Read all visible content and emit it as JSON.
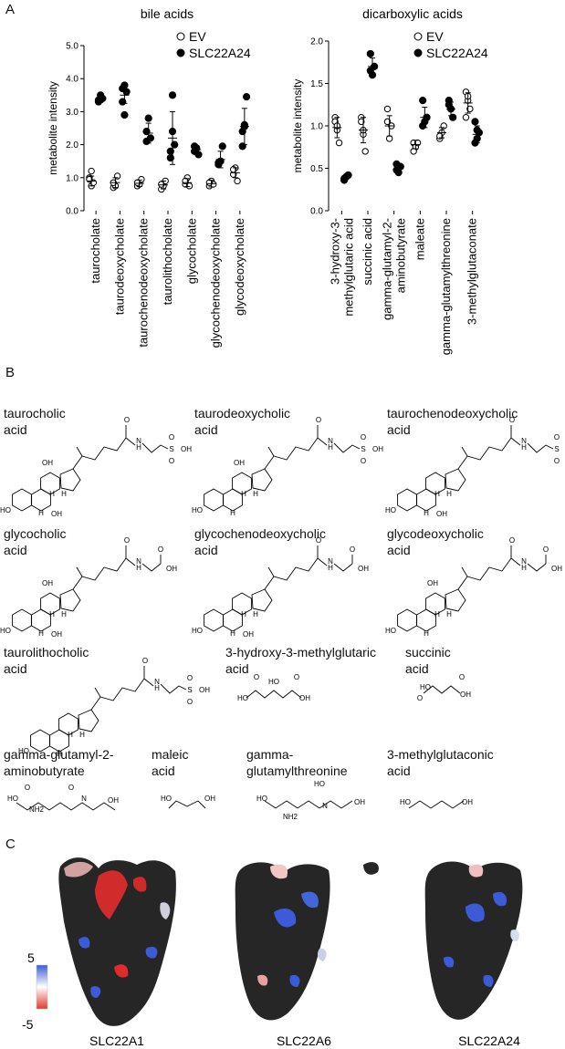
{
  "panels": {
    "a": "A",
    "b": "B",
    "c": "C"
  },
  "chart_data": [
    {
      "type": "scatter",
      "title": "bile acids",
      "ylabel": "metabolite intensity",
      "ylim": [
        0,
        5
      ],
      "yticks": [
        "0.0",
        "1.0",
        "2.0",
        "3.0",
        "4.0",
        "5.0"
      ],
      "categories": [
        "taurocholate",
        "taurodeoxycholate",
        "taurochenodeoxycholate",
        "taurolithocholate",
        "glycocholate",
        "glycochenodeoxycholate",
        "glycodeoxycholate"
      ],
      "legend": [
        "EV",
        "SLC22A24"
      ],
      "legend_position": "top-right",
      "series": [
        {
          "name": "EV",
          "marker": "open-circle",
          "points": [
            [
              1.0,
              0.75,
              0.85,
              0.95,
              1.2
            ],
            [
              0.7,
              0.75,
              1.05,
              0.85
            ],
            [
              0.75,
              0.8,
              0.95,
              0.85
            ],
            [
              0.65,
              0.75,
              0.9,
              0.8
            ],
            [
              0.8,
              1.0,
              0.75,
              0.9
            ],
            [
              0.75,
              0.9,
              0.8,
              0.85
            ],
            [
              1.1,
              1.3,
              0.9,
              1.25
            ]
          ],
          "mean": [
            0.9,
            0.85,
            0.83,
            0.78,
            0.85,
            0.82,
            1.15
          ],
          "err": [
            0.15,
            0.15,
            0.1,
            0.12,
            0.12,
            0.1,
            0.15
          ]
        },
        {
          "name": "SLC22A24",
          "marker": "filled-circle",
          "points": [
            [
              3.3,
              3.5,
              3.4,
              3.35
            ],
            [
              3.3,
              3.8,
              3.6,
              3.7,
              2.9
            ],
            [
              2.1,
              2.8,
              2.2,
              2.4
            ],
            [
              1.8,
              3.5,
              2.0,
              1.6,
              2.4
            ],
            [
              1.8,
              1.9,
              1.7,
              1.95
            ],
            [
              1.4,
              1.5,
              1.95,
              1.45
            ],
            [
              1.95,
              2.55,
              3.45,
              2.4,
              2.6
            ]
          ],
          "mean": [
            3.4,
            3.5,
            2.35,
            2.2,
            1.85,
            1.55,
            2.55
          ],
          "err": [
            0.12,
            0.25,
            0.3,
            0.8,
            0.1,
            0.25,
            0.55
          ]
        }
      ]
    },
    {
      "type": "scatter",
      "title": "dicarboxylic acids",
      "ylabel": "metabolite intensity",
      "ylim": [
        0,
        2.0
      ],
      "yticks": [
        "0.0",
        "0.5",
        "1.0",
        "1.5",
        "2.0"
      ],
      "categories": [
        "3-hydroxy-3-methylglutaric acid",
        "succinic acid",
        "gamma-glutamyl-2-aminobutyrate",
        "maleate",
        "gamma-glutamylthreonine",
        "3-methylglutaconate"
      ],
      "category_lines": [
        [
          "3-hydroxy-3-",
          "methylglutaric acid"
        ],
        [
          "succinic acid"
        ],
        [
          "gamma-glutamyl-2-",
          "aminobutyrate"
        ],
        [
          "maleate"
        ],
        [
          "gamma-glutamylthreonine"
        ],
        [
          "3-methylglutaconate"
        ]
      ],
      "legend": [
        "EV",
        "SLC22A24"
      ],
      "legend_position": "top-right",
      "series": [
        {
          "name": "EV",
          "marker": "open-circle",
          "points": [
            [
              1.1,
              0.95,
              0.8,
              1.05,
              1.0
            ],
            [
              1.1,
              0.9,
              0.7,
              1.05,
              0.95
            ],
            [
              1.2,
              0.85,
              1.0,
              1.05
            ],
            [
              0.8,
              0.75,
              0.8,
              0.7
            ],
            [
              0.85,
              0.92,
              1.0,
              0.88
            ],
            [
              1.4,
              1.3,
              1.2,
              1.1,
              1.35
            ]
          ],
          "mean": [
            0.98,
            0.95,
            1.0,
            0.78,
            0.92,
            1.27
          ],
          "err": [
            0.12,
            0.15,
            0.12,
            0.05,
            0.06,
            0.12
          ]
        },
        {
          "name": "SLC22A24",
          "marker": "filled-circle",
          "points": [
            [
              0.38,
              0.4,
              0.42,
              0.36
            ],
            [
              1.85,
              1.6,
              1.7,
              1.65
            ],
            [
              0.55,
              0.45,
              0.52,
              0.48
            ],
            [
              1.3,
              1.05,
              1.1,
              1.0
            ],
            [
              1.3,
              1.2,
              1.1,
              1.25
            ],
            [
              1.05,
              0.85,
              0.92,
              0.8,
              0.95
            ]
          ],
          "mean": [
            0.39,
            1.7,
            0.5,
            1.1,
            1.2,
            0.9
          ],
          "err": [
            0.02,
            0.1,
            0.05,
            0.12,
            0.08,
            0.1
          ]
        }
      ]
    }
  ],
  "molecules": [
    {
      "name": "taurocholic\nacid"
    },
    {
      "name": "taurodeoxycholic\nacid"
    },
    {
      "name": "taurochenodeoxycholic\nacid"
    },
    {
      "name": "glycocholic\nacid"
    },
    {
      "name": "glycochenodeoxycholic\nacid"
    },
    {
      "name": "glycodeoxycholic\nacid"
    },
    {
      "name": "taurolithocholic\nacid"
    },
    {
      "name": "3-hydroxy-3-methylglutaric\nacid"
    },
    {
      "name": "succinic\nacid"
    },
    {
      "name": "gamma-glutamyl-2-\naminobutyrate"
    },
    {
      "name": "maleic\nacid"
    },
    {
      "name": "gamma-\nglutamylthreonine"
    },
    {
      "name": "3-methylglutaconic\nacid"
    }
  ],
  "atoms": {
    "oh": "OH",
    "ho": "HO",
    "h": "H",
    "n": "N",
    "s": "S",
    "o": "O",
    "nh2": "NH2"
  },
  "colorbar": {
    "max": "5",
    "min": "-5",
    "pos_color": "#3d5bd6",
    "neg_color": "#e23b30"
  },
  "proteins": [
    {
      "name": "SLC22A1"
    },
    {
      "name": "SLC22A6"
    },
    {
      "name": "SLC22A24"
    }
  ]
}
